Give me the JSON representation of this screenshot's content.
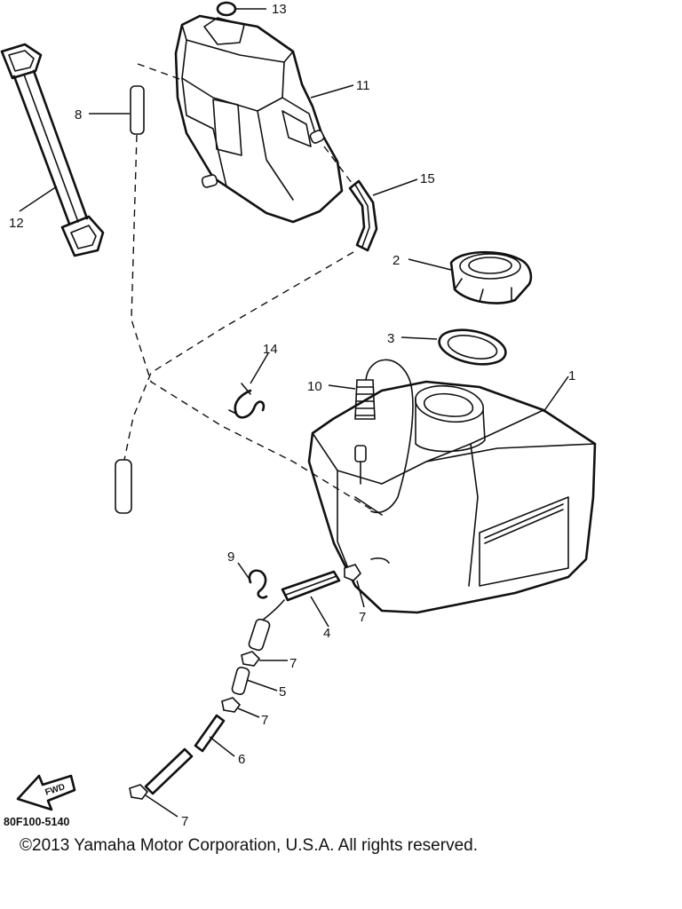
{
  "callouts": {
    "c1": "1",
    "c2": "2",
    "c3": "3",
    "c4": "4",
    "c5": "5",
    "c6": "6",
    "c7a": "7",
    "c7b": "7",
    "c7c": "7",
    "c7d": "7",
    "c8": "8",
    "c9": "9",
    "c10": "10",
    "c11": "11",
    "c12": "12",
    "c13": "13",
    "c14": "14",
    "c15": "15"
  },
  "diagram_code": "80F100-5140",
  "fwd_label": "FWD",
  "copyright": "©2013 Yamaha Motor Corporation, U.S.A. All rights reserved."
}
